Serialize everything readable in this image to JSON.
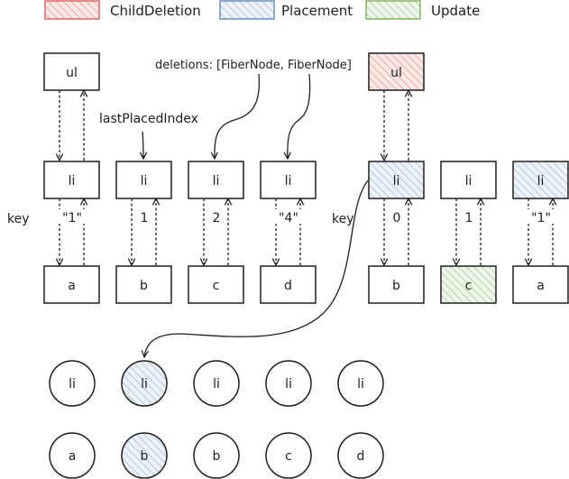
{
  "legend": [
    {
      "label": "ChildDeletion",
      "stroke": "#e06666",
      "fill": "#f4c7c3"
    },
    {
      "label": "Placement",
      "stroke": "#6c8ebf",
      "fill": "#c9d8ee"
    },
    {
      "label": "Update",
      "stroke": "#82b366",
      "fill": "#cfe6c4"
    }
  ],
  "colors": {
    "ink": "#1e1e1e",
    "red": "#e06666",
    "blue": "#6c8ebf",
    "green": "#82b366"
  },
  "left_tree": {
    "root": "ul",
    "key_label": "key",
    "li": [
      "li",
      "li",
      "li",
      "li"
    ],
    "keys": [
      "\"1\"",
      "1",
      "2",
      "\"4\""
    ],
    "children": [
      "a",
      "b",
      "c",
      "d"
    ]
  },
  "right_tree": {
    "root": "ul",
    "root_flag": "ChildDeletion",
    "key_label": "key",
    "li": [
      "li",
      "li",
      "li"
    ],
    "li_flags": [
      "Placement",
      "",
      "Placement"
    ],
    "keys": [
      "0",
      "1",
      "\"1\""
    ],
    "children": [
      "b",
      "c",
      "a"
    ],
    "child_flags": [
      "",
      "Update",
      ""
    ]
  },
  "annotations": {
    "last_placed_index": "lastPlacedIndex",
    "deletions": "deletions: [FiberNode, FiberNode]"
  },
  "circles_row1": [
    "li",
    "li",
    "li",
    "li",
    "li"
  ],
  "circles_row1_flags": [
    "",
    "Placement",
    "",
    "",
    ""
  ],
  "circles_row2": [
    "a",
    "b",
    "b",
    "c",
    "d"
  ],
  "circles_row2_flags": [
    "",
    "Placement",
    "",
    "",
    ""
  ]
}
